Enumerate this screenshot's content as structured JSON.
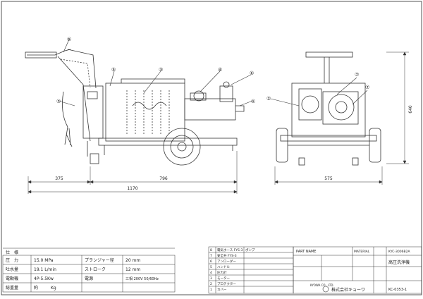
{
  "drawing": {
    "dimensions": {
      "left_width": "375",
      "mid_width": "796",
      "total_length": "1170",
      "front_width": "575",
      "height": "640"
    },
    "balloons": {
      "handle": "⑤",
      "pressure_gauge": "④",
      "pump_top": "⑥",
      "motor": "③",
      "unloader": "①",
      "switch_box": "⑦",
      "front_left": "②",
      "front_right": "⑦"
    }
  },
  "spec_table": {
    "title": "仕　様",
    "rows": [
      {
        "label": "圧　力",
        "value": "15.0 MPa",
        "label2": "プランジャー径",
        "value2": "20 mm"
      },
      {
        "label": "吐水量",
        "value": "19.1 L/min",
        "label2": "ストローク",
        "value2": "12 mm"
      },
      {
        "label": "電動機",
        "value": "4P-5.5Kw",
        "label2": "電源",
        "value2": "三相 200V 50/60Hz"
      },
      {
        "label": "総重量",
        "value": "約　　　Kg",
        "label2": "",
        "value2": ""
      }
    ]
  },
  "parts_list": {
    "rows": [
      {
        "no": "8",
        "name": "電気ホース FYS-3",
        "right": "ポンプ"
      },
      {
        "no": "7",
        "name": "安全弁 FYS-3",
        "right": ""
      },
      {
        "no": "6",
        "name": "アンローダー",
        "right": ""
      },
      {
        "no": "5",
        "name": "ハンドル",
        "right": ""
      },
      {
        "no": "4",
        "name": "圧力計",
        "right": ""
      },
      {
        "no": "3",
        "name": "モーター",
        "right": ""
      },
      {
        "no": "2",
        "name": "プロテクター",
        "right": ""
      },
      {
        "no": "1",
        "name": "カバー",
        "right": ""
      }
    ],
    "header_mid": "PART NAME",
    "header_right": "MATERIAL"
  },
  "title_block": {
    "model": "KYC-3006B2A",
    "product_name": "高圧洗浄機",
    "drawing_no": "KC-0353-1",
    "company": "株式会社キョーワ",
    "company_en": "KYOWA CO., LTD."
  }
}
